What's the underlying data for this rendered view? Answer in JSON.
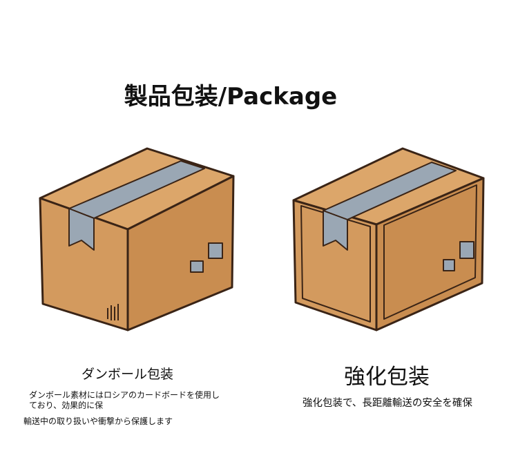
{
  "title": "製品包装/Package",
  "left": {
    "caption": "ダンボール包装",
    "description_line1": "ダンボール素材にはロシアのカードボードを使用しており、効果的に保",
    "description_line2": "輸送中の取り扱いや衝撃から保護します"
  },
  "right": {
    "caption": "強化包装",
    "description": "強化包装で、長距離輸送の安全を確保"
  },
  "colors": {
    "cardboard": "#d39a5e",
    "cardboard_dark": "#c4884c",
    "tape": "#9aa7b4",
    "outline": "#3a2416"
  }
}
